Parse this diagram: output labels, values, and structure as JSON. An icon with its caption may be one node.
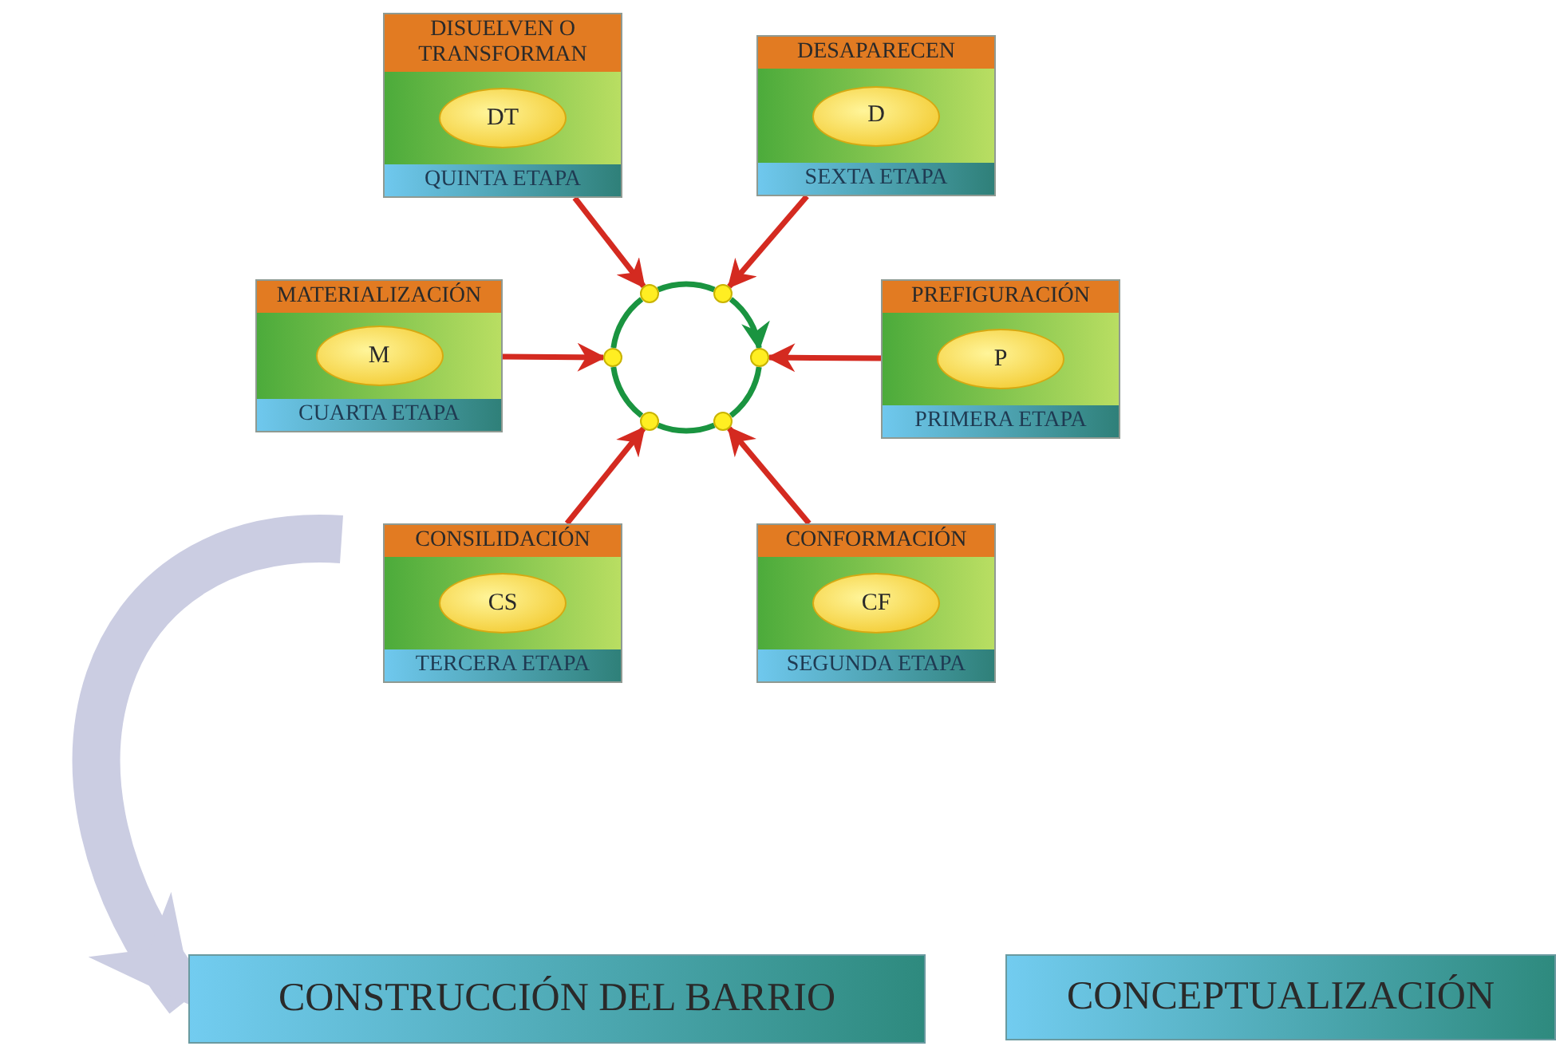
{
  "diagram": {
    "nodes": [
      {
        "text": [
          "DISUELVEN O TRANSFORMAN",
          "QUINTA ETAPA"
        ]
      },
      {
        "text": [
          "DT"
        ],
        "in": 0
      },
      {
        "text": [
          "DESAPARECEN",
          "SEXTA ETAPA"
        ]
      },
      {
        "text": [
          "D"
        ],
        "in": 2
      },
      {
        "text": [],
        "shape": "circle"
      },
      {
        "text": [],
        "shape": "circle"
      },
      {
        "text": [
          "MATERIALIZACIÓN",
          "CUARTA ETAPA"
        ]
      },
      {
        "text": [
          "M"
        ],
        "in": 6
      },
      {
        "text": [],
        "shape": "circle"
      },
      {
        "text": [],
        "shape": "circle"
      },
      {
        "text": [
          "PREFIGURACIÓN",
          "PRIMERA ETAPA"
        ]
      },
      {
        "text": [
          "P"
        ],
        "in": 10
      },
      {
        "text": [],
        "shape": "circle"
      },
      {
        "text": [],
        "shape": "circle"
      },
      {
        "text": [
          "CONSILIDACIÓN",
          "TERCERA ETAPA"
        ]
      },
      {
        "text": [
          "CS"
        ],
        "in": 14
      },
      {
        "text": [
          "CONFORMACIÓN",
          "SEGUNDA ETAPA"
        ]
      },
      {
        "text": [
          "CF"
        ],
        "in": 16
      },
      {
        "text": [
          "CONSTRUCCIÓN DEL BARRIO"
        ]
      },
      {
        "text": [
          "CONCEPTUALIZACIÓN"
        ]
      }
    ],
    "edges": [
      {
        "from": 0,
        "to": 4,
        "arrow": "to"
      },
      {
        "from": 2,
        "to": 5,
        "arrow": "to"
      },
      {
        "from": 6,
        "to": 8,
        "arrow": "to"
      },
      {
        "from": 10,
        "to": 9,
        "arrow": "to"
      },
      {
        "from": 14,
        "to": 12,
        "arrow": "to"
      },
      {
        "from": 16,
        "to": 13,
        "arrow": "to"
      },
      {
        "from": 4,
        "to": 5,
        "arrow": "none",
        "color": "#1a9440"
      },
      {
        "from": 5,
        "to": 9,
        "arrow": "to",
        "color": "#1a9440"
      },
      {
        "from": 9,
        "to": 13,
        "arrow": "none",
        "color": "#1a9440"
      },
      {
        "from": 13,
        "to": 12,
        "arrow": "none",
        "color": "#1a9440"
      },
      {
        "from": 12,
        "to": 8,
        "arrow": "none",
        "color": "#1a9440"
      },
      {
        "from": 8,
        "to": 4,
        "arrow": "none",
        "color": "#1a9440"
      },
      {
        "from": null,
        "to": 18,
        "arrow": "to",
        "style": "thick",
        "color": "#cbcde2"
      }
    ]
  }
}
